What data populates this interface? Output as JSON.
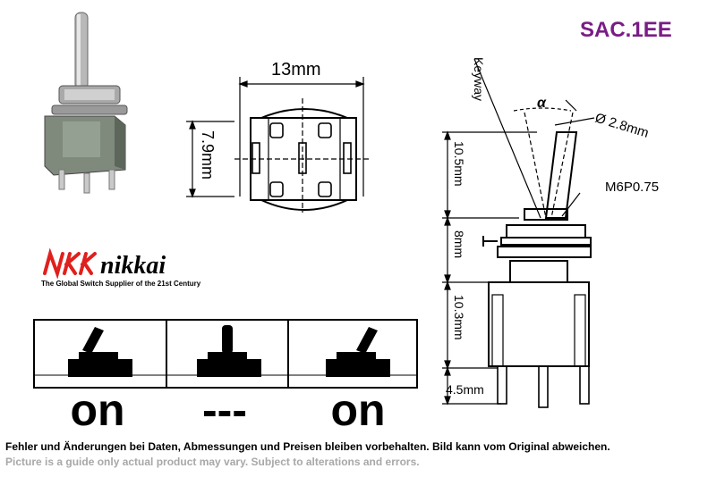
{
  "product_code": "SAC.1EE",
  "brand": {
    "name": "nikkai",
    "mark": "NKK",
    "tagline": "The Global Switch Supplier of the 21st Century"
  },
  "dimensions": {
    "width": "13mm",
    "depth": "7.9mm",
    "keyway": "Keyway",
    "angle": "α",
    "lever_diameter": "Ø 2.8mm",
    "thread": "M6P0.75",
    "lever_height": "10.5mm",
    "bushing_height": "8mm",
    "body_height": "10.3mm",
    "pin_length": "4.5mm"
  },
  "switch_positions": [
    {
      "label": "on"
    },
    {
      "label": "---"
    },
    {
      "label": "on"
    }
  ],
  "disclaimers": {
    "de": "Fehler und Änderungen bei Daten, Abmessungen und Preisen bleiben vorbehalten. Bild kann vom Original abweichen.",
    "en": "Picture is a guide only actual product may vary. Subject to alterations and errors."
  },
  "colors": {
    "product_code": "#7a1c86",
    "logo_red": "#e0201c",
    "disclaimer_en": "#a8a8a8"
  }
}
